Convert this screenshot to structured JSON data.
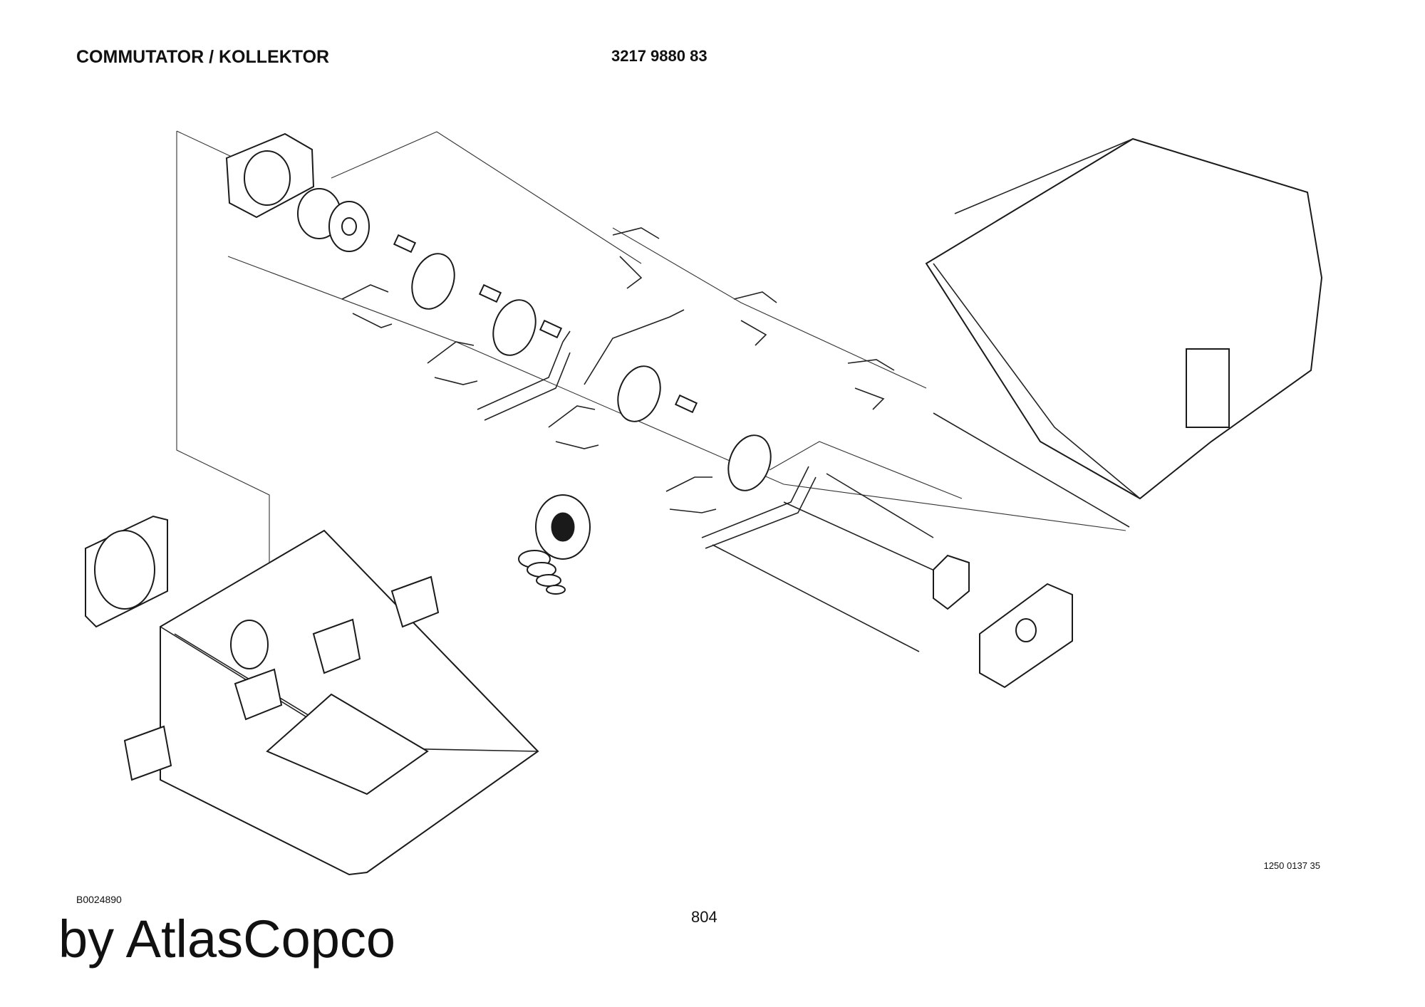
{
  "header": {
    "title": "COMMUTATOR / KOLLEKTOR",
    "part_number": "3217 9880 83"
  },
  "footer": {
    "ref_code": "1250 0137 35",
    "figure_id": "B0024890",
    "page_number": "804",
    "brand_text": "by AtlasCopco"
  }
}
